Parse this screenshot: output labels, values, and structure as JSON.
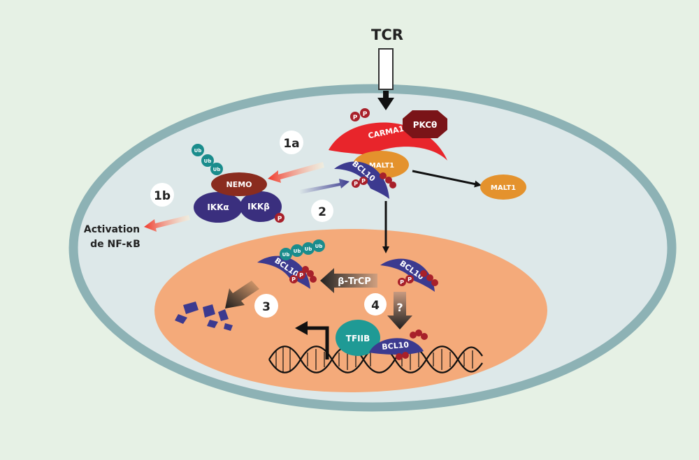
{
  "labels": {
    "tcr": "TCR",
    "carma1": "CARMA1",
    "pkc": "PKCθ",
    "malt1_complex": "MALT1",
    "malt1_free": "MALT1",
    "bcl10": "BCL10",
    "nemo": "NEMO",
    "ikka": "IKKα",
    "ikkb": "IKKβ",
    "ub": "Ub",
    "p": "P",
    "activation_line1": "Activation",
    "activation_line2": "de NF-κB",
    "btrcp": "β-TrCP",
    "tfiib": "TFIIB",
    "question": "?"
  },
  "steps": {
    "s1a": "1a",
    "s1b": "1b",
    "s2": "2",
    "s3": "3",
    "s4": "4"
  },
  "colors": {
    "background": "#e6f1e5",
    "membrane": "#8db2b5",
    "cytoplasm": "#dde8e9",
    "nucleus": "#f4aa7a",
    "carma1": "#e8252b",
    "pkc": "#7a1418",
    "malt1": "#e4922d",
    "bcl10": "#3c3a8f",
    "nemo": "#8a2c1f",
    "ikk": "#3a2f7e",
    "ub": "#1a8c8c",
    "phospho": "#a8202a",
    "tfiib": "#1f9a95"
  }
}
